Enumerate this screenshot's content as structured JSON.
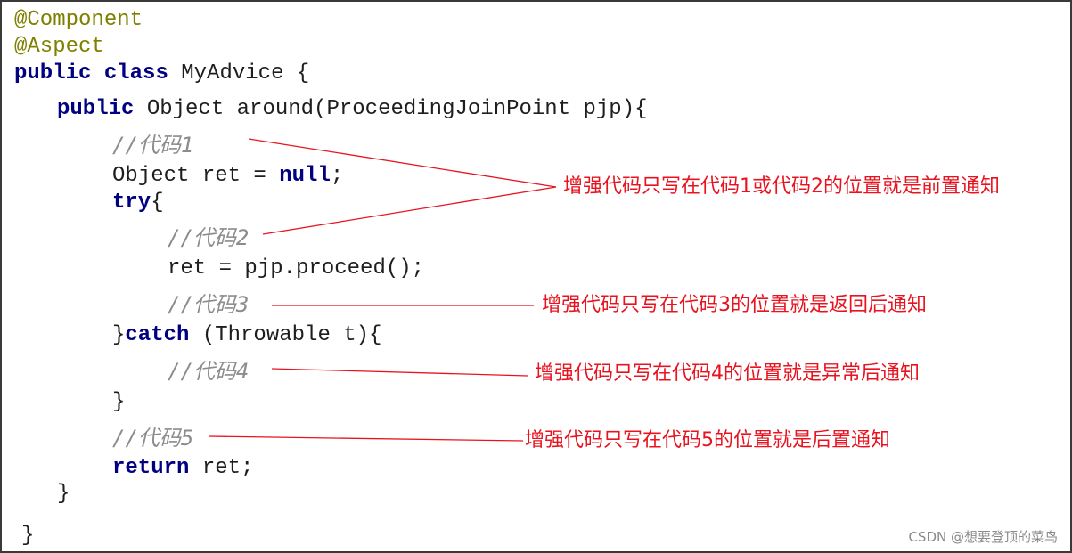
{
  "code": {
    "annotation_component": "@Component",
    "annotation_aspect": "@Aspect",
    "class_kw_public": "public",
    "class_kw_class": "class",
    "class_rest": " MyAdvice {",
    "method_kw_public": "public",
    "method_rest": " Object around(ProceedingJoinPoint pjp){",
    "comment_1": "//代码1",
    "line_object_a": "Object ret = ",
    "line_object_null": "null",
    "line_object_b": ";",
    "try_kw": "try",
    "try_brace": "{",
    "comment_2": "//代码2",
    "line_proceed": "ret = pjp.proceed();",
    "comment_3": "//代码3",
    "catch_brace": "}",
    "catch_kw": "catch",
    "catch_rest": " (Throwable t){",
    "comment_4": "//代码4",
    "close_catch": "}",
    "comment_5": "//代码5",
    "return_kw": "return",
    "return_rest": " ret;",
    "close_method": "}",
    "close_class": "}"
  },
  "notes": {
    "before": "增强代码只写在代码1或代码2的位置就是前置通知",
    "after_returning": "增强代码只写在代码3的位置就是返回后通知",
    "after_throwing": "增强代码只写在代码4的位置就是异常后通知",
    "after": "增强代码只写在代码5的位置就是后置通知"
  },
  "watermark": "CSDN @想要登顶的菜鸟",
  "colors": {
    "keyword": "#000080",
    "annotation": "#808000",
    "comment": "#8c8c8c",
    "note": "#e8131f"
  }
}
